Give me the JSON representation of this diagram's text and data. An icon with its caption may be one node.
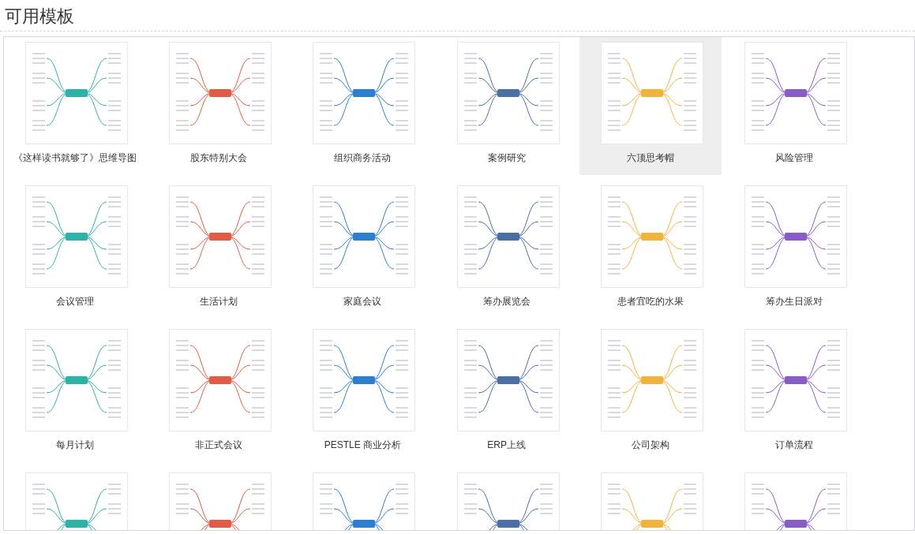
{
  "diagram": {
    "title": "可用模板",
    "nodes": [
      {
        "text": [
          "《这样读书就够了》思维导图"
        ]
      },
      {
        "text": [
          "股东特别大会"
        ]
      },
      {
        "text": [
          "组织商务活动"
        ]
      },
      {
        "text": [
          "案例研究"
        ]
      },
      {
        "text": [
          "六顶思考帽"
        ]
      },
      {
        "text": [
          "风险管理"
        ]
      },
      {
        "text": [
          "会议管理"
        ]
      },
      {
        "text": [
          "生活计划"
        ]
      },
      {
        "text": [
          "家庭会议"
        ]
      },
      {
        "text": [
          "筹办展览会"
        ]
      },
      {
        "text": [
          "患者宜吃的水果"
        ]
      },
      {
        "text": [
          "筹办生日派对"
        ]
      },
      {
        "text": [
          "每月计划"
        ]
      },
      {
        "text": [
          "非正式会议"
        ]
      },
      {
        "text": [
          "PESTLE 商业分析"
        ]
      },
      {
        "text": [
          "ERP上线"
        ]
      },
      {
        "text": [
          "公司架构"
        ]
      },
      {
        "text": [
          "订单流程"
        ]
      },
      {
        "text": [],
        "shape": "picture"
      },
      {
        "text": [],
        "shape": "picture"
      },
      {
        "text": [],
        "shape": "picture"
      },
      {
        "text": [],
        "shape": "picture"
      },
      {
        "text": [],
        "shape": "picture"
      },
      {
        "text": [],
        "shape": "picture"
      }
    ]
  }
}
